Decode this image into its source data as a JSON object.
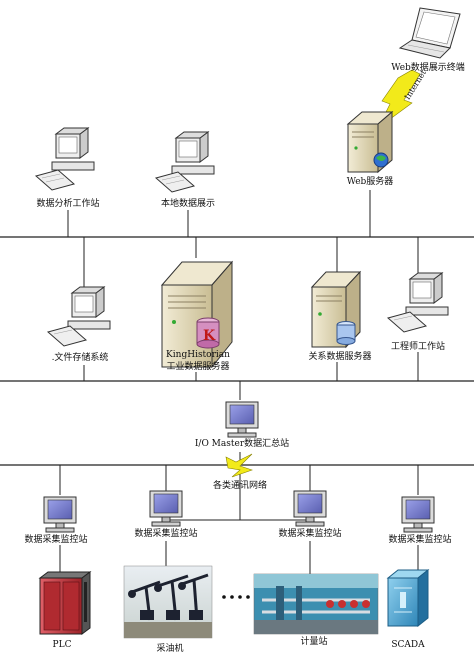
{
  "nodes": {
    "web_terminal": "Web数据展示终端",
    "internet": "Internet",
    "web_server": "Web服务器",
    "analysis_ws": "数据分析工作站",
    "local_display": "本地数据展示",
    "file_storage": ".文件存储系统",
    "historian_line1": "KingHistorian",
    "historian_line2": "工业数据服务器",
    "relational_db": "关系数据服务器",
    "engineer_ws": "工程师工作站",
    "io_master": "I/O Master数据汇总站",
    "comm_network": "各类通讯网络",
    "acq1": "数据采集监控站",
    "acq2": "数据采集监控站",
    "acq3": "数据采集监控站",
    "acq4": "数据采集监控站",
    "plc": "PLC",
    "pump": "采油机",
    "metering": "计量站",
    "scada": "SCADA"
  },
  "colors": {
    "line": "#222222",
    "bolt": "#f2ea1a",
    "server": "#d9cfae",
    "screen": "#7d7ec8",
    "plc_red": "#c8363c"
  }
}
